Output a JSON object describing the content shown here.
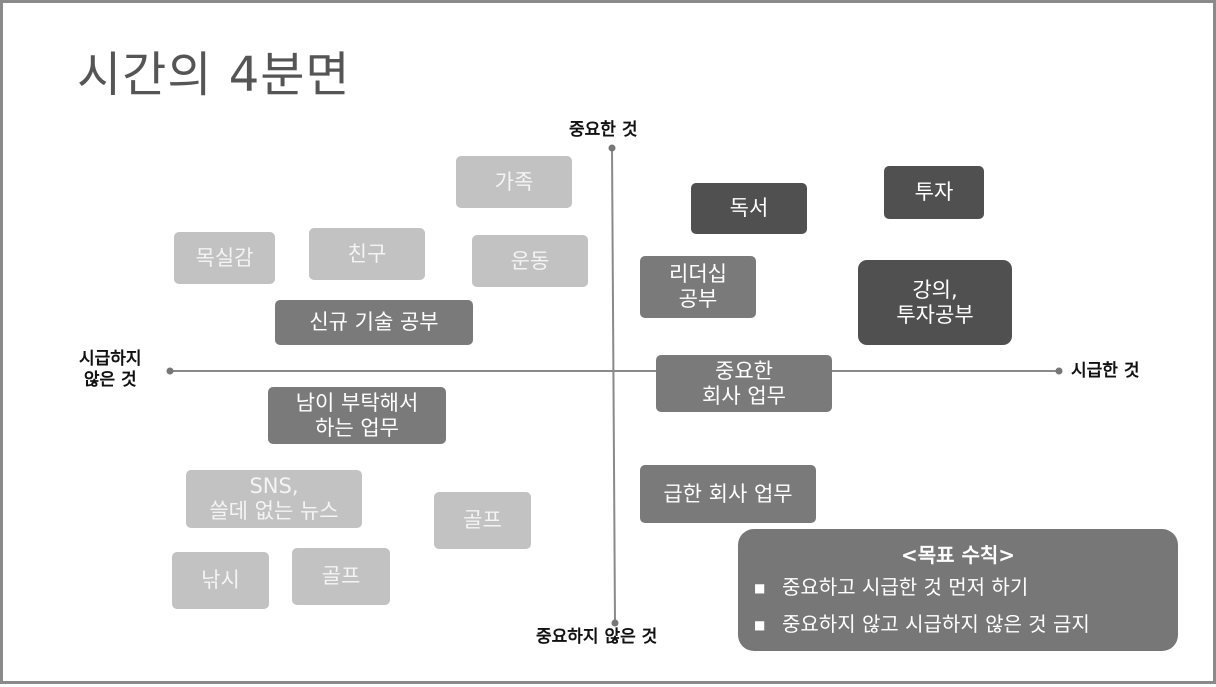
{
  "title": "시간의 4분면",
  "axes": {
    "top": "중요한 것",
    "bottom": "중요하지 않은 것",
    "left": "시급하지\n않은 것",
    "right": "시급한 것"
  },
  "items": {
    "family": "가족",
    "mokshilgam": "목실감",
    "friend": "친구",
    "exercise": "운동",
    "new_tech": "신규 기술 공부",
    "favor": "남이 부탁해서\n하는 업무",
    "sns": "SNS,\n쓸데 없는 뉴스",
    "golf_right": "골프",
    "fishing": "낚시",
    "golf_left": "골프",
    "reading": "독서",
    "investment": "투자",
    "leadership": "리더십\n공부",
    "lecture": "강의,\n투자공부",
    "important_work": "중요한\n회사 업무",
    "urgent_work": "급한 회사 업무"
  },
  "rules": {
    "title": "<목표 수칙>",
    "list": [
      "중요하고 시급한 것 먼저 하기",
      "중요하지 않고 시급하지 않은 것 금지"
    ]
  },
  "colors": {
    "light_box": "#c2c2c2",
    "mid_box": "#7a7a7a",
    "dark_box": "#505050"
  }
}
